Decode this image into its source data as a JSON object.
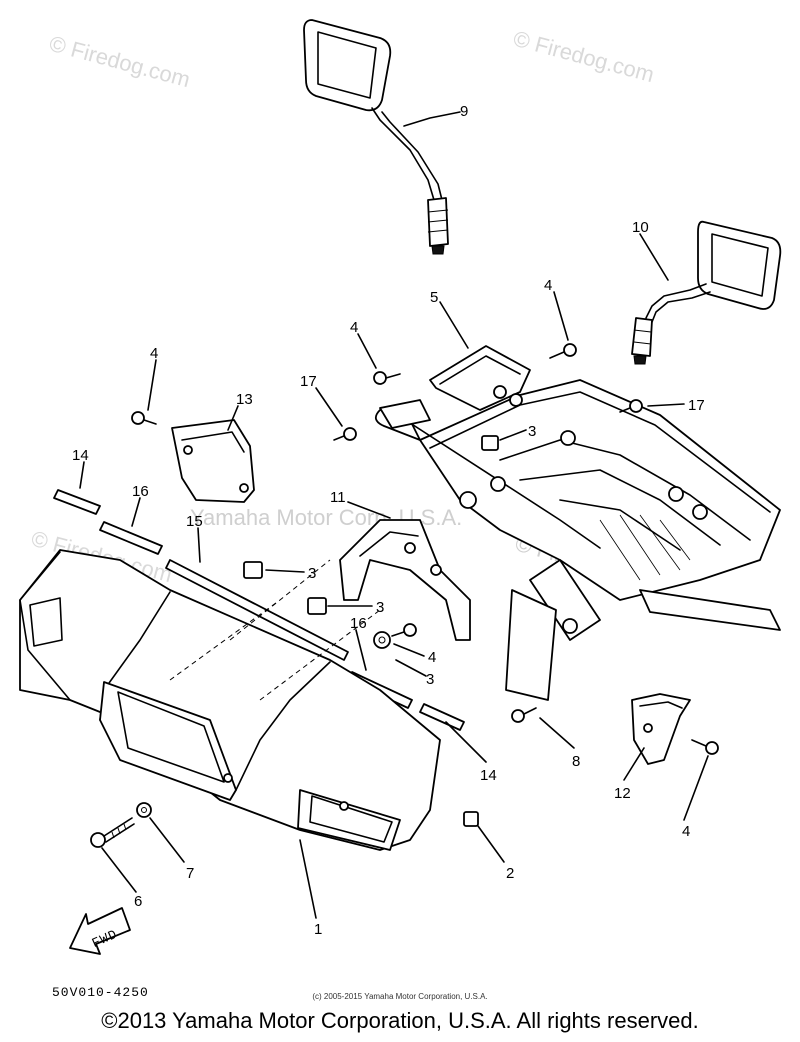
{
  "watermarks": {
    "firedog": "© Firedog.com",
    "center": "Yamaha Motor Corp. U.S.A."
  },
  "labels": {
    "p1": "1",
    "p2": "2",
    "p3a": "3",
    "p3b": "3",
    "p3c": "3",
    "p3d": "3",
    "p4a": "4",
    "p4b": "4",
    "p4c": "4",
    "p4d": "4",
    "p4e": "4",
    "p5": "5",
    "p6": "6",
    "p7": "7",
    "p8": "8",
    "p9": "9",
    "p10": "10",
    "p11": "11",
    "p12": "12",
    "p13": "13",
    "p14a": "14",
    "p14b": "14",
    "p15": "15",
    "p16a": "16",
    "p16b": "16",
    "p17a": "17",
    "p17b": "17"
  },
  "fwd_label": "FWD",
  "diagram_code": "50V010-4250",
  "small_copyright": "(c) 2005-2015 Yamaha Motor Corporation, U.S.A.",
  "copyright": "©2013 Yamaha Motor Corporation, U.S.A. All rights reserved."
}
